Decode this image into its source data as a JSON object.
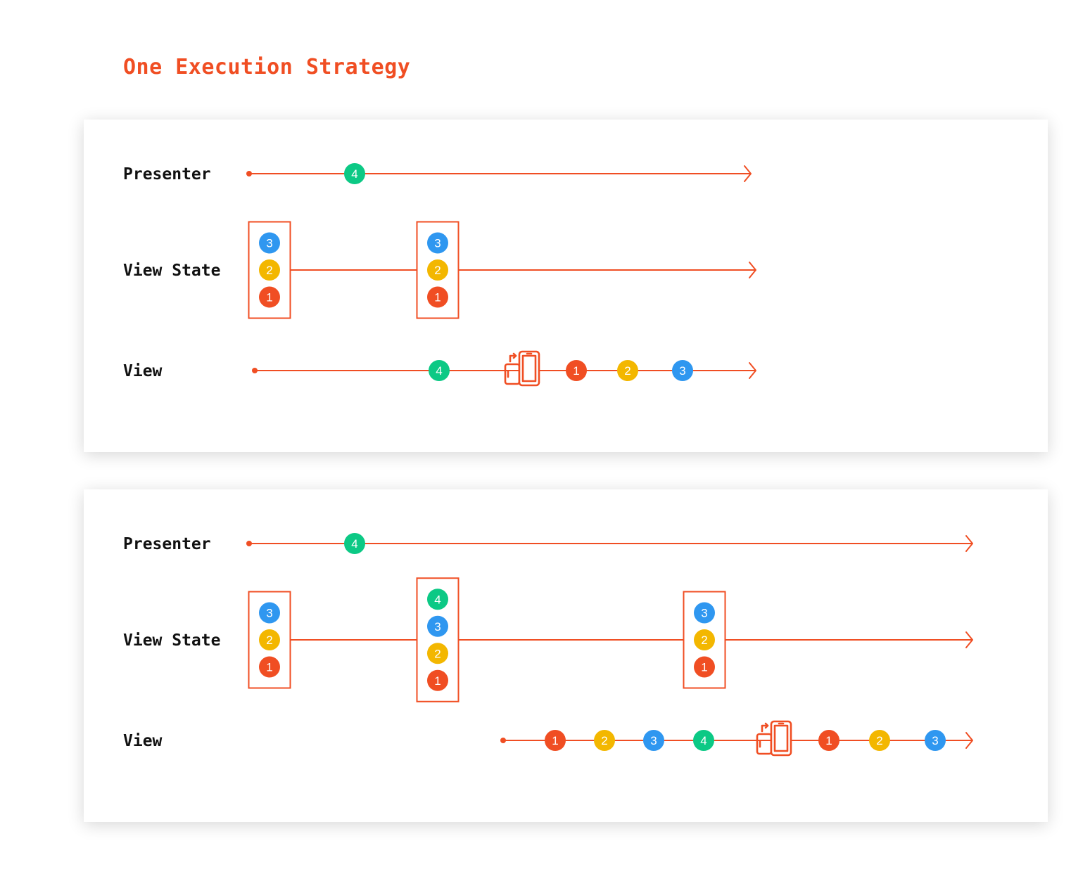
{
  "title": "One Execution Strategy",
  "colors": {
    "accent": "#f04e23",
    "marble_1": "#f04e23",
    "marble_2": "#f3b700",
    "marble_3": "#2f97f0",
    "marble_4": "#0cc985",
    "label": "#111111"
  },
  "icons": {
    "rotate_device": "rotate-device-icon"
  },
  "panels": [
    {
      "lanes": [
        {
          "label": "Presenter",
          "events": [
            {
              "type": "marble",
              "value": "4"
            }
          ]
        },
        {
          "label": "View State",
          "events": [
            {
              "type": "group",
              "values": [
                "3",
                "2",
                "1"
              ]
            },
            {
              "type": "group",
              "values": [
                "3",
                "2",
                "1"
              ]
            }
          ]
        },
        {
          "label": "View",
          "events": [
            {
              "type": "marble",
              "value": "4"
            },
            {
              "type": "icon",
              "icon": "rotate-device-icon"
            },
            {
              "type": "marble",
              "value": "1"
            },
            {
              "type": "marble",
              "value": "2"
            },
            {
              "type": "marble",
              "value": "3"
            }
          ]
        }
      ]
    },
    {
      "lanes": [
        {
          "label": "Presenter",
          "events": [
            {
              "type": "marble",
              "value": "4"
            }
          ]
        },
        {
          "label": "View State",
          "events": [
            {
              "type": "group",
              "values": [
                "3",
                "2",
                "1"
              ]
            },
            {
              "type": "group",
              "values": [
                "4",
                "3",
                "2",
                "1"
              ]
            },
            {
              "type": "group",
              "values": [
                "3",
                "2",
                "1"
              ]
            }
          ]
        },
        {
          "label": "View",
          "events": [
            {
              "type": "marble",
              "value": "1"
            },
            {
              "type": "marble",
              "value": "2"
            },
            {
              "type": "marble",
              "value": "3"
            },
            {
              "type": "marble",
              "value": "4"
            },
            {
              "type": "icon",
              "icon": "rotate-device-icon"
            },
            {
              "type": "marble",
              "value": "1"
            },
            {
              "type": "marble",
              "value": "2"
            },
            {
              "type": "marble",
              "value": "3"
            }
          ]
        }
      ]
    }
  ]
}
